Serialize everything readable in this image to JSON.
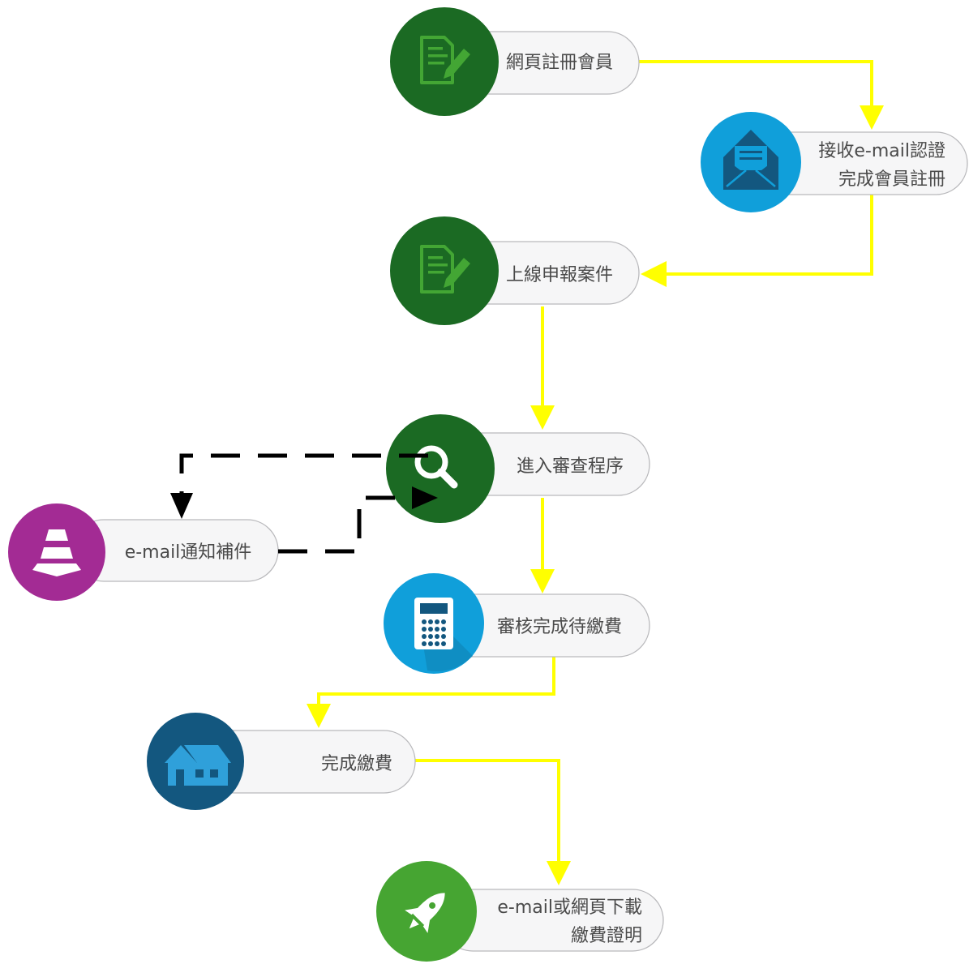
{
  "steps": [
    {
      "id": "register",
      "lines": [
        "網頁註冊會員"
      ],
      "icon": "document-pen-icon",
      "circle_color": "#1b6a23"
    },
    {
      "id": "email-verify",
      "lines": [
        "接收e-mail認證",
        "完成會員註冊"
      ],
      "icon": "envelope-icon",
      "circle_color": "#109fda"
    },
    {
      "id": "submit-case",
      "lines": [
        "上線申報案件"
      ],
      "icon": "document-pen-icon",
      "circle_color": "#1b6a23"
    },
    {
      "id": "review",
      "lines": [
        "進入審查程序"
      ],
      "icon": "magnifier-icon",
      "circle_color": "#1b6a23"
    },
    {
      "id": "supplement",
      "lines": [
        "e-mail通知補件"
      ],
      "icon": "traffic-cone-icon",
      "circle_color": "#a32b94"
    },
    {
      "id": "await-payment",
      "lines": [
        "審核完成待繳費"
      ],
      "icon": "calculator-icon",
      "circle_color": "#109fda"
    },
    {
      "id": "paid",
      "lines": [
        "完成繳費"
      ],
      "icon": "house-icon",
      "circle_color": "#13577f"
    },
    {
      "id": "certificate",
      "lines": [
        "e-mail或網頁下載",
        "繳費證明"
      ],
      "icon": "rocket-icon",
      "circle_color": "#46a532"
    }
  ],
  "colors": {
    "flow_arrow": "#ffff00",
    "loop_arrow": "#000000",
    "pill_fill": "#f6f6f7",
    "pill_stroke": "#b9b9bc"
  }
}
